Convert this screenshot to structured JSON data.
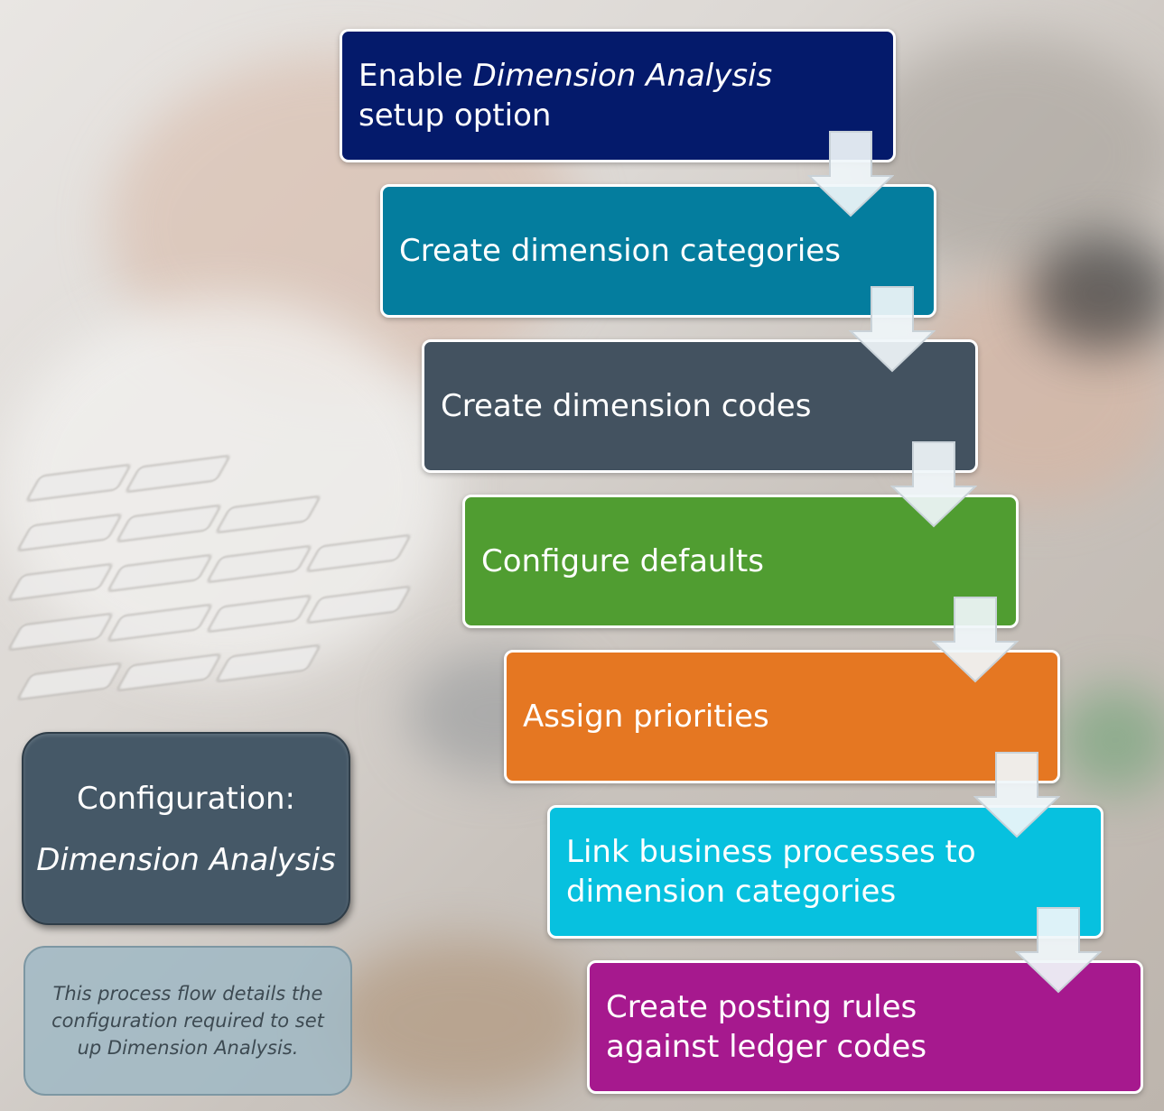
{
  "steps": [
    {
      "text_plain_1": "Enable ",
      "text_italic": "Dimension Analysis",
      "text_plain_2": "setup option",
      "color": "#041a6b"
    },
    {
      "text": "Create dimension categories",
      "color": "#047d9e"
    },
    {
      "text": "Create dimension codes",
      "color": "#435260"
    },
    {
      "text": "Configure defaults",
      "color": "#509d31"
    },
    {
      "text": "Assign priorities",
      "color": "#e57722"
    },
    {
      "text": "Link business processes to\ndimension categories",
      "color": "#07c1df"
    },
    {
      "text": "Create posting rules\nagainst ledger codes",
      "color": "#a6198e"
    }
  ],
  "sidebar": {
    "title_line1": "Configuration:",
    "title_line2": "Dimension Analysis",
    "note": "This process flow details the\nconfiguration required to set\nup Dimension Analysis."
  }
}
